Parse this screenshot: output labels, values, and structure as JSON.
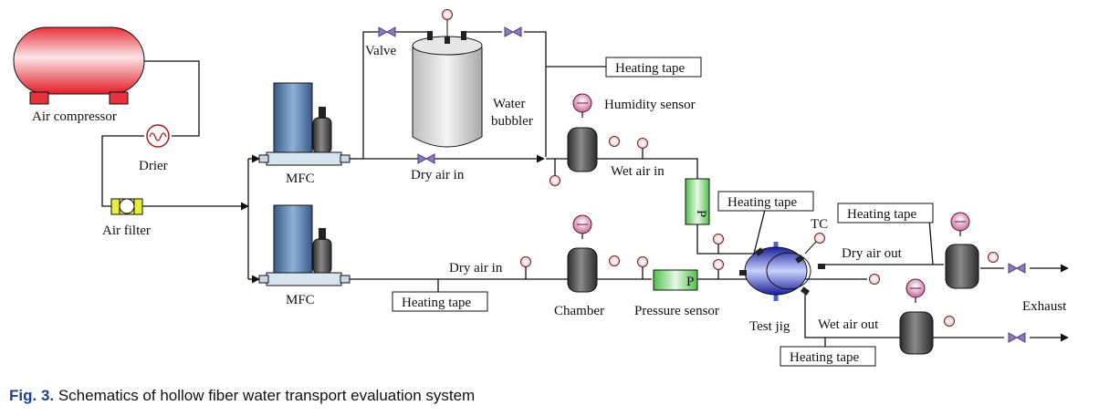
{
  "labels": {
    "air_compressor": "Air compressor",
    "drier": "Drier",
    "air_filter": "Air filter",
    "mfc_top": "MFC",
    "mfc_bottom": "MFC",
    "valve": "Valve",
    "water": "Water",
    "bubbler": "bubbler",
    "heating_tape_top": "Heating tape",
    "humidity_sensor": "Humidity sensor",
    "dry_air_in_top": "Dry air in",
    "wet_air_in": "Wet air in",
    "heating_tape_mid": "Heating tape",
    "heating_tape_right": "Heating tape",
    "tc": "TC",
    "dry_air_out": "Dry air out",
    "dry_air_in_bottom": "Dry air in",
    "heating_tape_bottom": "Heating tape",
    "chamber": "Chamber",
    "pressure_sensor": "Pressure sensor",
    "p_upper": "P",
    "p_lower": "P",
    "test_jig": "Test jig",
    "wet_air_out": "Wet air out",
    "heating_tape_lower": "Heating tape",
    "exhaust": "Exhaust"
  },
  "caption": {
    "fig": "Fig. 3.",
    "text": " Schematics of hollow fiber water transport evaluation system"
  },
  "colors": {
    "compressor": "#e8323c",
    "filter": "#e6f03c",
    "sensor_green": "#4fc04a",
    "mfc_blue": "#4f6f9a",
    "jig_blue": "#2a33c8",
    "gauge": "#b04a7a",
    "valve": "#6b5aa0"
  }
}
